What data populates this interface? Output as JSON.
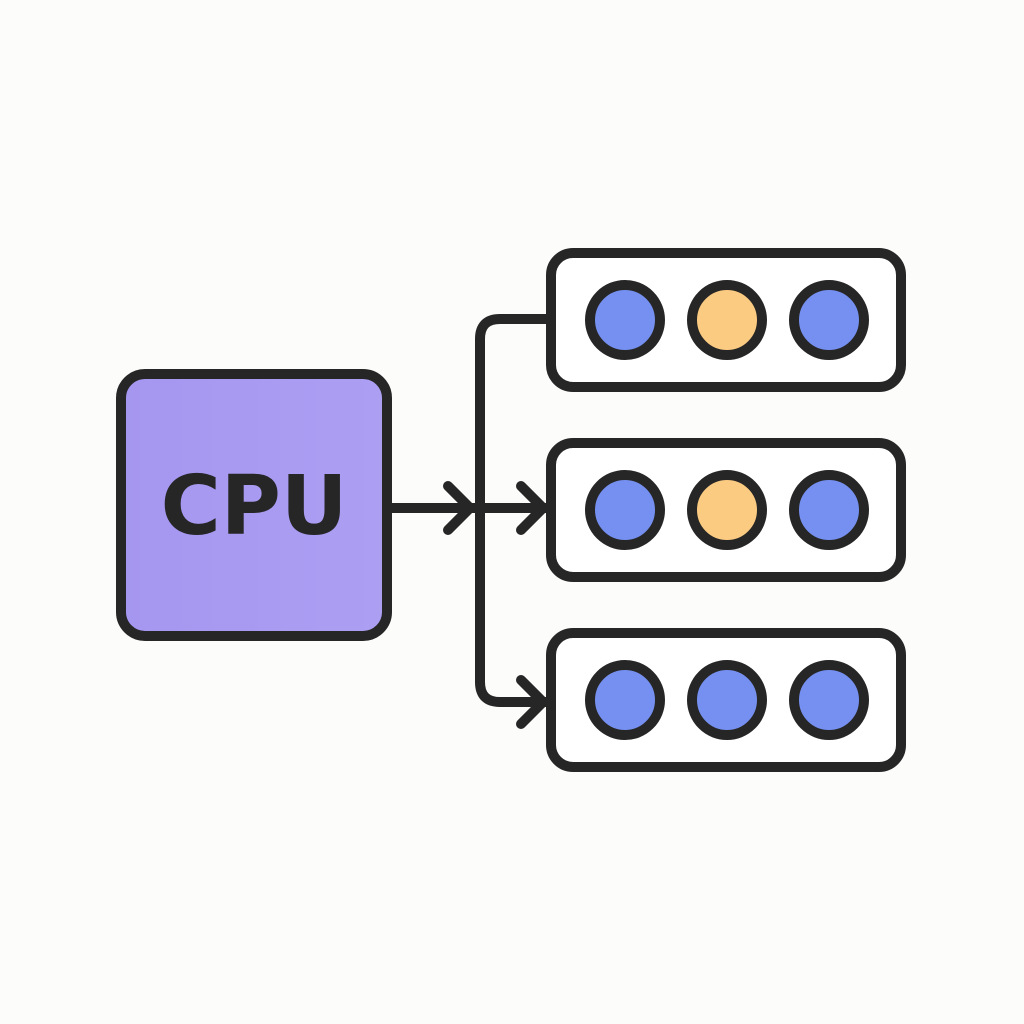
{
  "cpu": {
    "label": "CPU",
    "fill": "#ac9ff2",
    "fill_gradient_start": "#a596f0"
  },
  "colors": {
    "stroke": "#262626",
    "background": "#fcfcfa",
    "box_fill": "#ffffff",
    "active_dot": "#7590f0",
    "idle_dot": "#fccb82"
  },
  "queues": [
    {
      "dots": [
        "active",
        "idle",
        "active"
      ]
    },
    {
      "dots": [
        "active",
        "idle",
        "active"
      ]
    },
    {
      "dots": [
        "active",
        "active",
        "active"
      ]
    }
  ],
  "icons": [
    "arrow-icon"
  ]
}
